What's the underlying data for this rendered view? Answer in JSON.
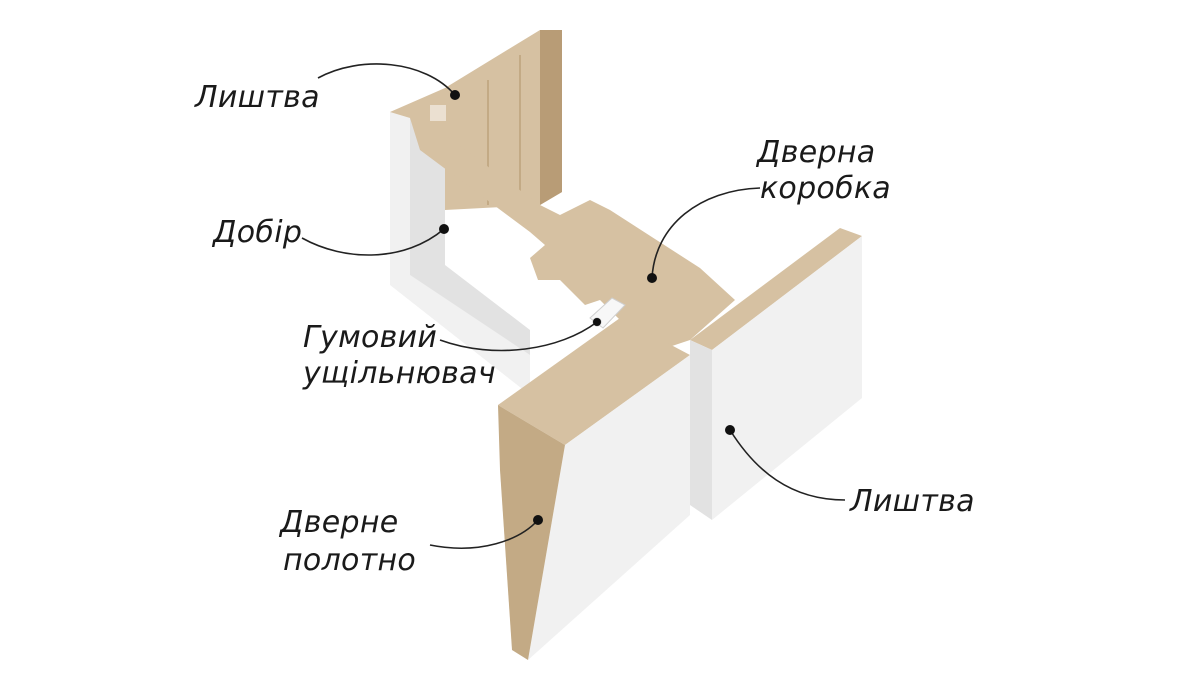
{
  "colors": {
    "mdf_top": "#d6c1a2",
    "mdf_edge": "#c3aa85",
    "mdf_dark": "#b89c76",
    "white_face": "#f1f1f1",
    "white_shade": "#e2e2e2",
    "white_dark": "#d4d4d4",
    "text": "#1a1a1a"
  },
  "labels": {
    "architrave_top": "Лиштва",
    "extension": "Добір",
    "door_frame": [
      "Дверна",
      "коробка"
    ],
    "rubber_seal": [
      "Гумовий",
      "ущільнювач"
    ],
    "door_leaf": [
      "Дверне",
      "полотно"
    ],
    "architrave_right": "Лиштва"
  }
}
